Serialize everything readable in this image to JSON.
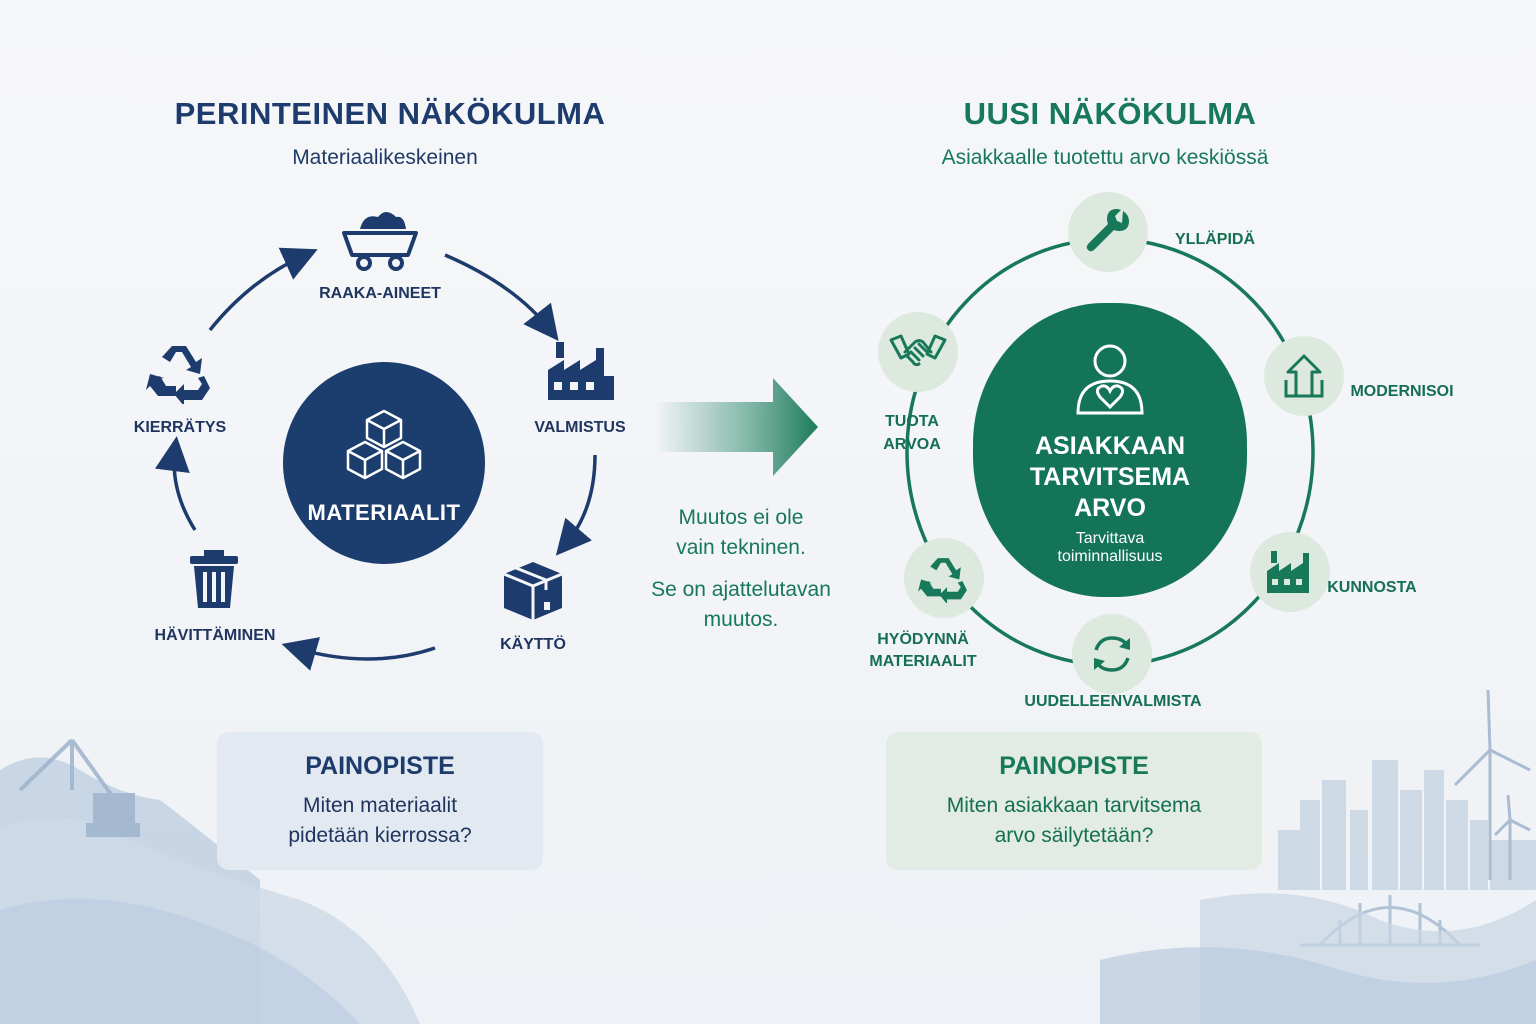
{
  "left": {
    "title": "PERINTEINEN NÄKÖKULMA",
    "subtitle": "Materiaalikeskeinen",
    "center_label": "MATERIAALIT",
    "nodes": {
      "raw_materials": {
        "label": "RAAKA-AINEET",
        "icon": "mine-cart-icon"
      },
      "manufacturing": {
        "label": "VALMISTUS",
        "icon": "factory-icon"
      },
      "use": {
        "label": "KÄYTTÖ",
        "icon": "package-icon"
      },
      "disposal": {
        "label": "HÄVITTÄMINEN",
        "icon": "trash-icon"
      },
      "recycling": {
        "label": "KIERRÄTYS",
        "icon": "recycle-icon"
      }
    },
    "focus": {
      "title": "PAINOPISTE",
      "line1": "Miten materiaalit",
      "line2": "pidetään kierrossa?"
    }
  },
  "middle": {
    "line1": "Muutos ei ole",
    "line2": "vain tekninen.",
    "line3": "Se on ajattelutavan",
    "line4": "muutos."
  },
  "right": {
    "title": "UUSI NÄKÖKULMA",
    "subtitle": "Asiakkaalle tuotettu arvo keskiössä",
    "center_line1": "ASIAKKAAN",
    "center_line2": "TARVITSEMA",
    "center_line3": "ARVO",
    "center_sub1": "Tarvittava",
    "center_sub2": "toiminnallisuus",
    "nodes": {
      "maintain": {
        "label": "YLLÄPIDÄ",
        "icon": "wrench-icon"
      },
      "modernize": {
        "label": "MODERNISOI",
        "icon": "upgrade-arrow-icon"
      },
      "refurbish": {
        "label": "KUNNOSTA",
        "icon": "factory-icon"
      },
      "remanufacture": {
        "label": "UUDELLEENVALMISTA",
        "icon": "cycle-arrows-icon"
      },
      "utilize": {
        "label1": "HYÖDYNNÄ",
        "label2": "MATERIAALIT",
        "icon": "recycle-icon"
      },
      "create_value": {
        "label1": "TUOTA",
        "label2": "ARVOA",
        "icon": "handshake-icon"
      }
    },
    "focus": {
      "title": "PAINOPISTE",
      "line1": "Miten asiakkaan tarvitsema",
      "line2": "arvo säilytetään?"
    }
  },
  "colors": {
    "navy": "#1d3b6c",
    "green": "#17785a",
    "green_dark": "#137457",
    "node_green_bg": "#dde9df",
    "box_left_bg": "#e3e9f1",
    "box_right_bg": "#e2ece4"
  }
}
